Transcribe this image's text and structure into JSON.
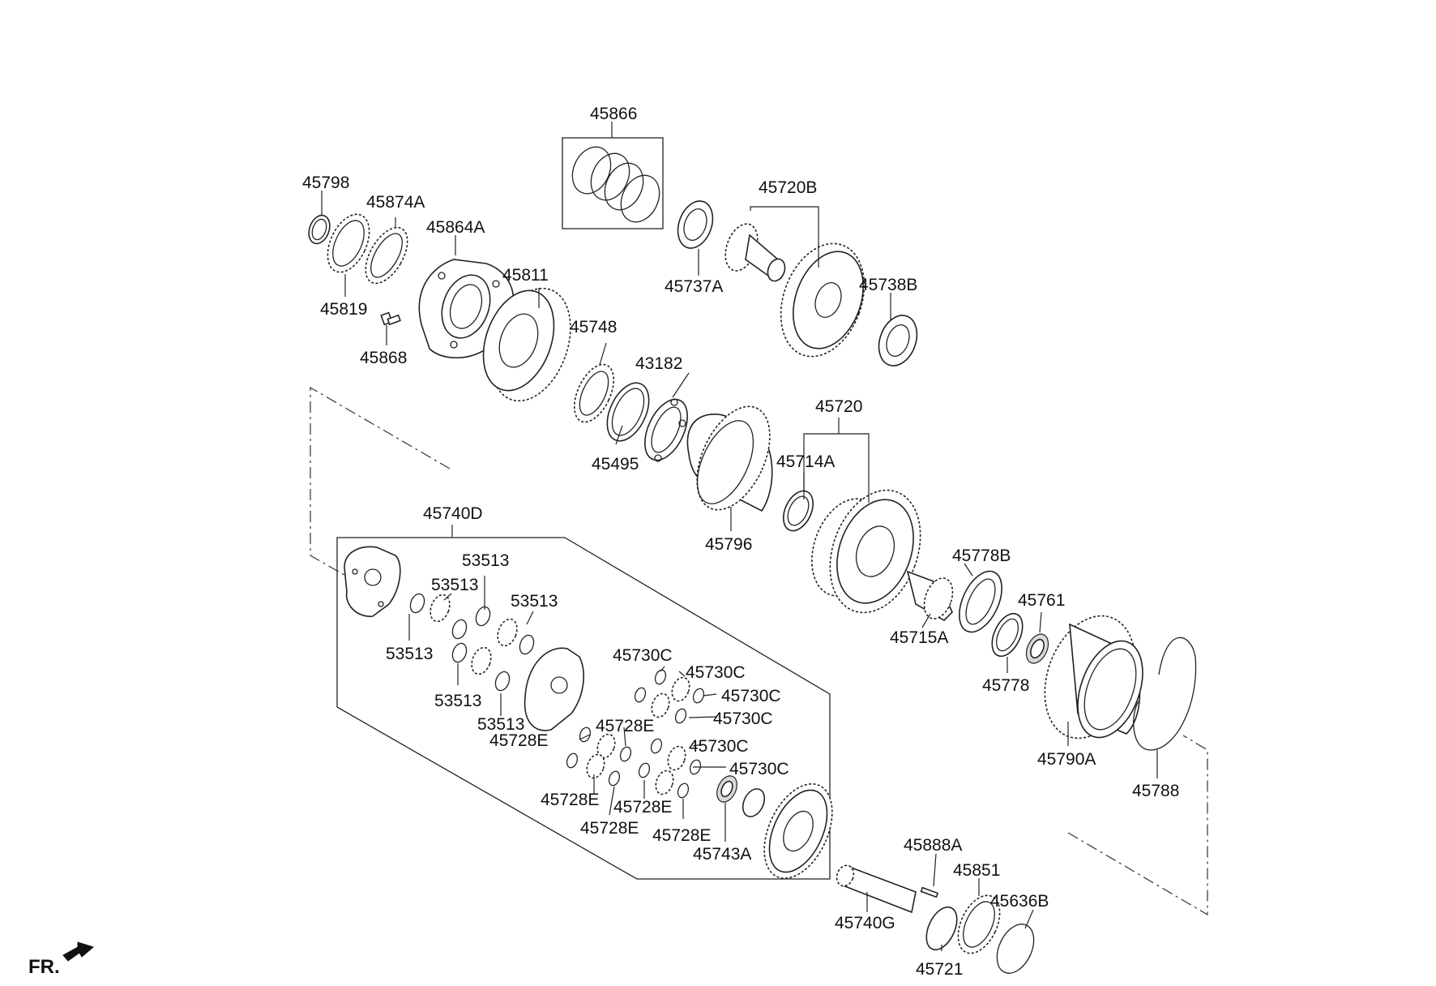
{
  "labels": [
    {
      "id": "45866",
      "text": "45866"
    },
    {
      "id": "45798",
      "text": "45798"
    },
    {
      "id": "45874A",
      "text": "45874A"
    },
    {
      "id": "45864A",
      "text": "45864A"
    },
    {
      "id": "45720B",
      "text": "45720B"
    },
    {
      "id": "45811",
      "text": "45811"
    },
    {
      "id": "45819",
      "text": "45819"
    },
    {
      "id": "45737A",
      "text": "45737A"
    },
    {
      "id": "45738B",
      "text": "45738B"
    },
    {
      "id": "45748",
      "text": "45748"
    },
    {
      "id": "45868",
      "text": "45868"
    },
    {
      "id": "43182",
      "text": "43182"
    },
    {
      "id": "45720",
      "text": "45720"
    },
    {
      "id": "45495",
      "text": "45495"
    },
    {
      "id": "45714A",
      "text": "45714A"
    },
    {
      "id": "45740D",
      "text": "45740D"
    },
    {
      "id": "45796",
      "text": "45796"
    },
    {
      "id": "53513a",
      "text": "53513"
    },
    {
      "id": "45778B",
      "text": "45778B"
    },
    {
      "id": "53513b",
      "text": "53513"
    },
    {
      "id": "53513c",
      "text": "53513"
    },
    {
      "id": "45761",
      "text": "45761"
    },
    {
      "id": "45715A",
      "text": "45715A"
    },
    {
      "id": "53513d",
      "text": "53513"
    },
    {
      "id": "45730C-1",
      "text": "45730C"
    },
    {
      "id": "45730C-2",
      "text": "45730C"
    },
    {
      "id": "45778",
      "text": "45778"
    },
    {
      "id": "45730C-3",
      "text": "45730C"
    },
    {
      "id": "53513e",
      "text": "53513"
    },
    {
      "id": "45730C-4",
      "text": "45730C"
    },
    {
      "id": "53513f",
      "text": "53513"
    },
    {
      "id": "45728E-1",
      "text": "45728E"
    },
    {
      "id": "45728E-2",
      "text": "45728E"
    },
    {
      "id": "45730C-5",
      "text": "45730C"
    },
    {
      "id": "45790A",
      "text": "45790A"
    },
    {
      "id": "45730C-6",
      "text": "45730C"
    },
    {
      "id": "45788",
      "text": "45788"
    },
    {
      "id": "45728E-3",
      "text": "45728E"
    },
    {
      "id": "45728E-4",
      "text": "45728E"
    },
    {
      "id": "45728E-5",
      "text": "45728E"
    },
    {
      "id": "45728E-6",
      "text": "45728E"
    },
    {
      "id": "45888A",
      "text": "45888A"
    },
    {
      "id": "45743A",
      "text": "45743A"
    },
    {
      "id": "45851",
      "text": "45851"
    },
    {
      "id": "45636B",
      "text": "45636B"
    },
    {
      "id": "45740G",
      "text": "45740G"
    },
    {
      "id": "45721",
      "text": "45721"
    }
  ],
  "direction": {
    "text": "FR.",
    "icon": "front-direction-arrow-icon"
  }
}
